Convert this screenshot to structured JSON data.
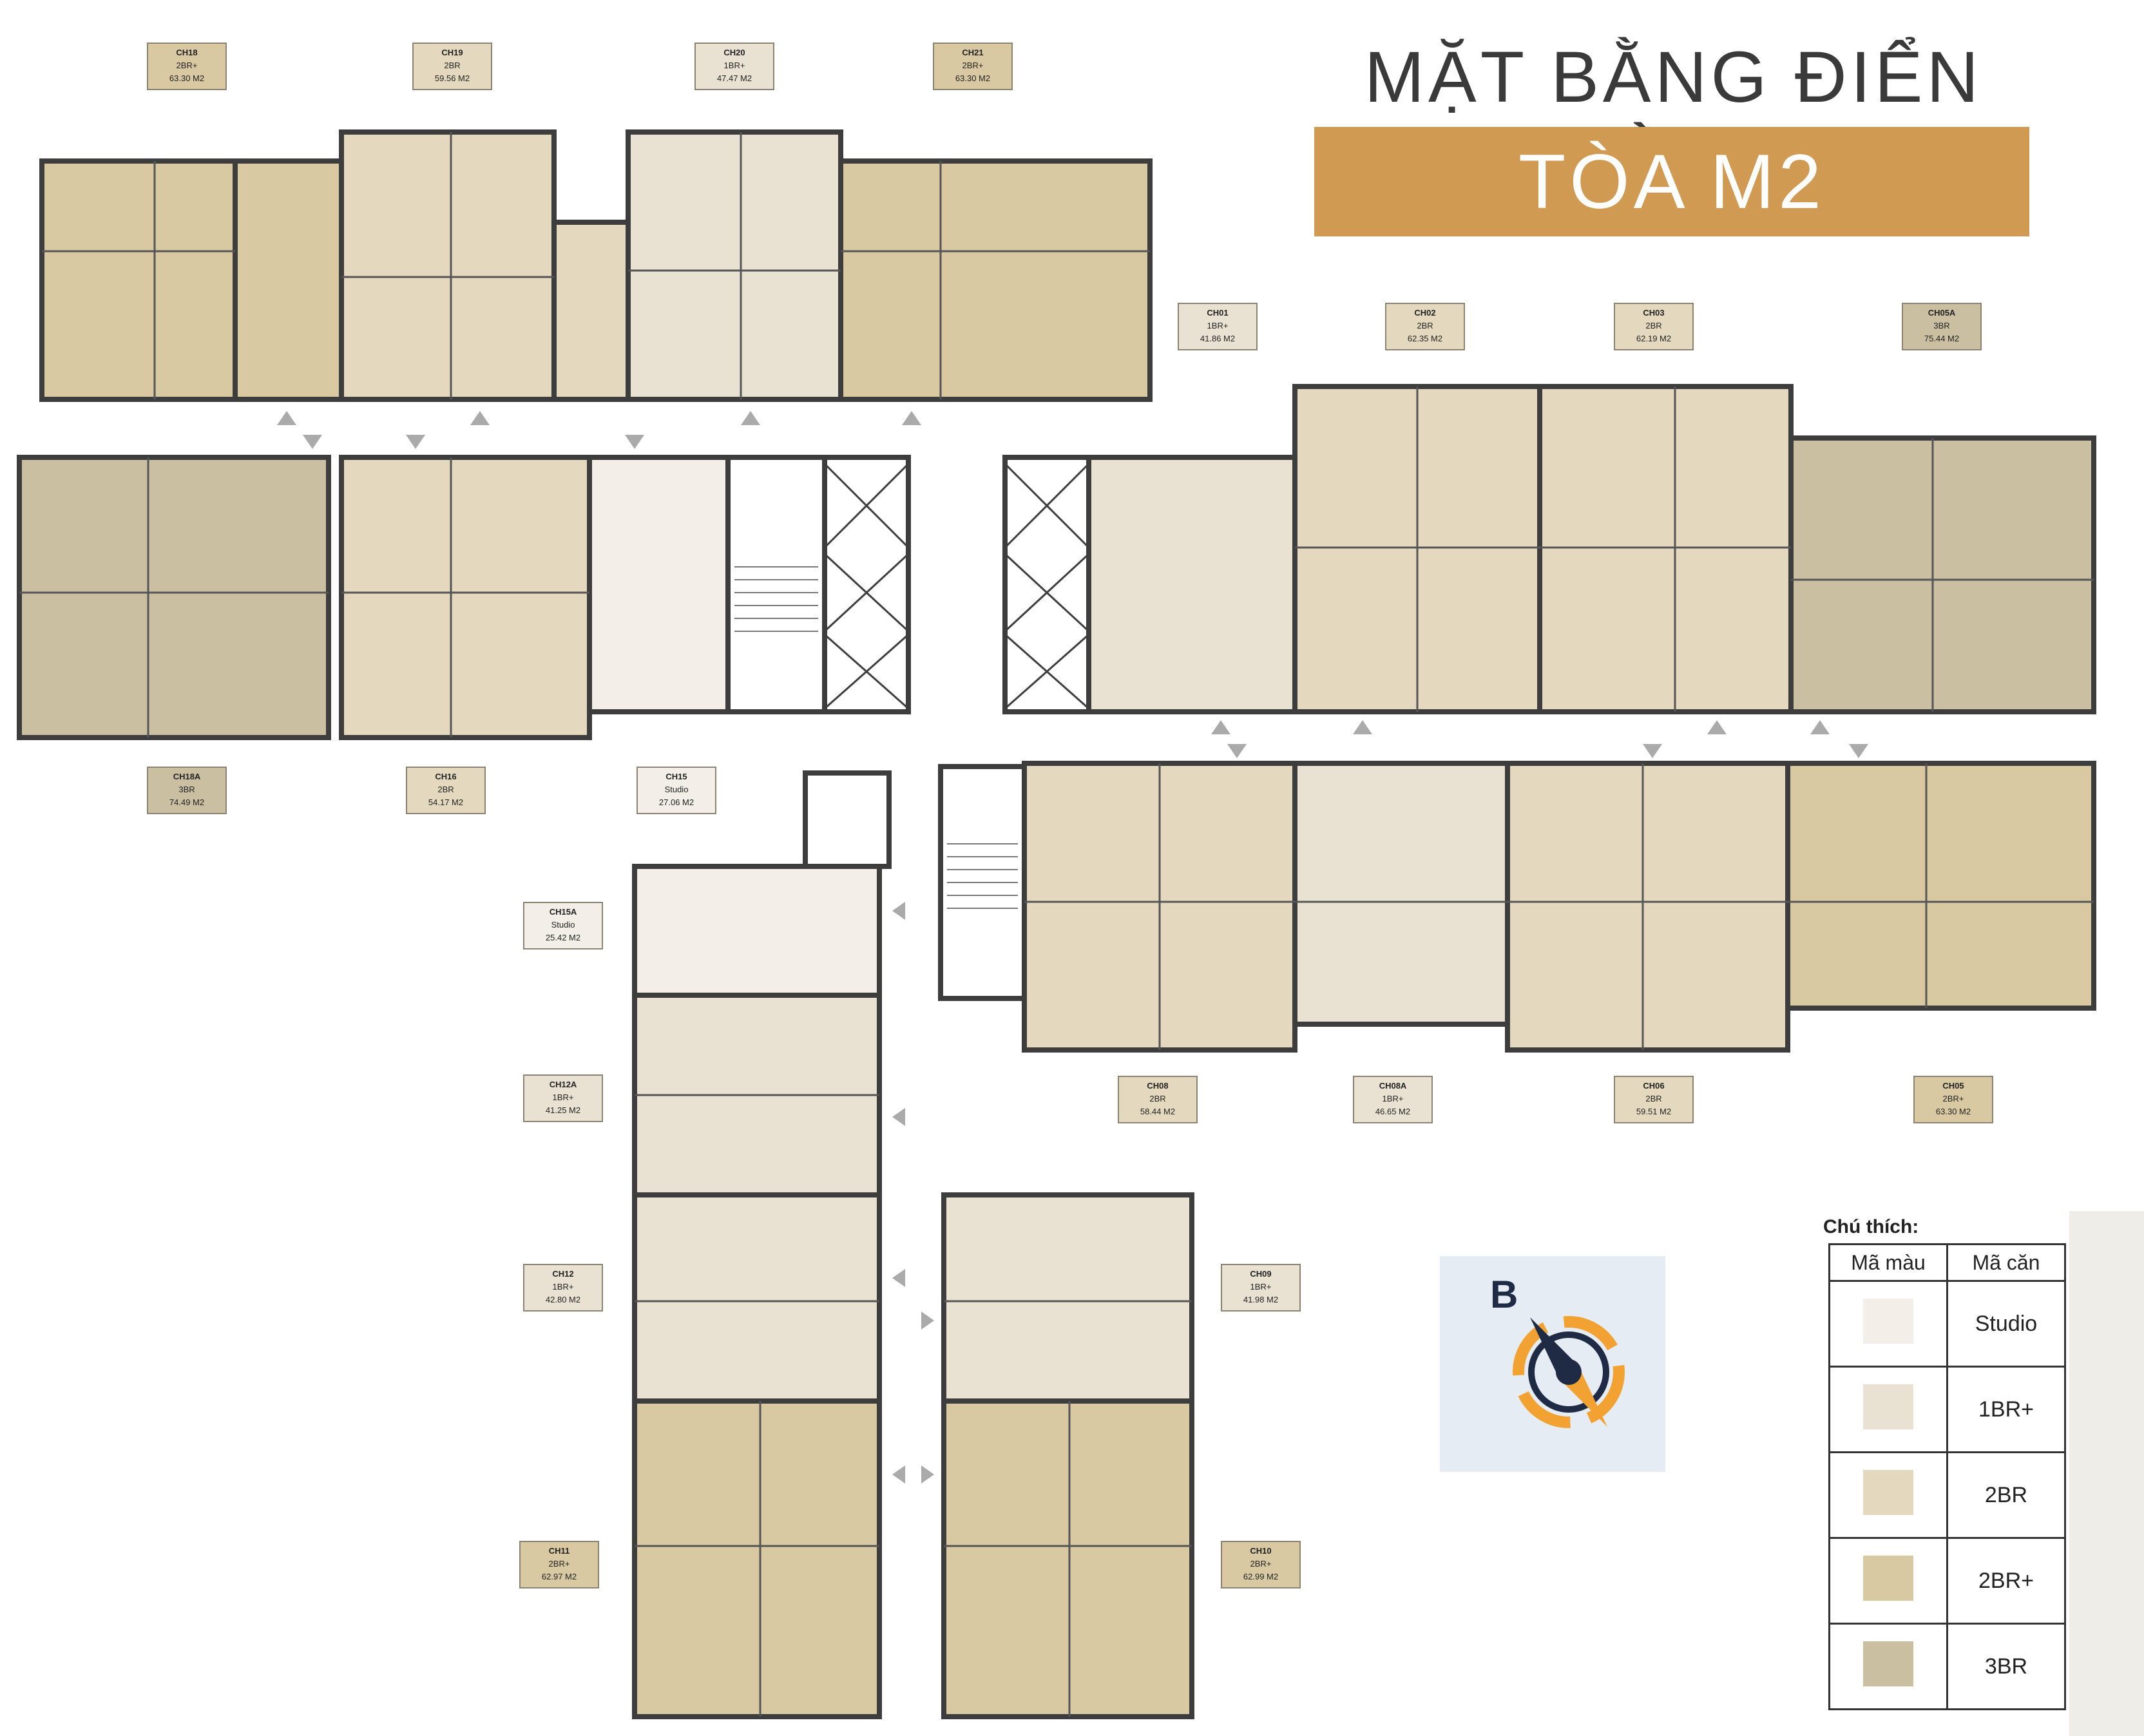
{
  "header": {
    "title": "MẶT BẰNG ĐIỂN HÌNH",
    "building": "TÒA M2"
  },
  "colors": {
    "banner": "#d19a52",
    "studio": "#f3efe8",
    "br1": "#e9e2d3",
    "br2": "#e4d9bf",
    "br2p": "#d9c9a3",
    "br3": "#cbbfa2",
    "wall": "#3d3d3d"
  },
  "units": [
    {
      "code": "CH18",
      "type": "2BR+",
      "area": "63.30 M2",
      "cls": "br2p"
    },
    {
      "code": "CH19",
      "type": "2BR",
      "area": "59.56 M2",
      "cls": "br2"
    },
    {
      "code": "CH20",
      "type": "1BR+",
      "area": "47.47 M2",
      "cls": "br1"
    },
    {
      "code": "CH21",
      "type": "2BR+",
      "area": "63.30 M2",
      "cls": "br2p"
    },
    {
      "code": "CH01",
      "type": "1BR+",
      "area": "41.86 M2",
      "cls": "br1"
    },
    {
      "code": "CH02",
      "type": "2BR",
      "area": "62.35 M2",
      "cls": "br2"
    },
    {
      "code": "CH03",
      "type": "2BR",
      "area": "62.19 M2",
      "cls": "br2"
    },
    {
      "code": "CH05A",
      "type": "3BR",
      "area": "75.44 M2",
      "cls": "br3"
    },
    {
      "code": "CH18A",
      "type": "3BR",
      "area": "74.49 M2",
      "cls": "br3"
    },
    {
      "code": "CH16",
      "type": "2BR",
      "area": "54.17 M2",
      "cls": "br2"
    },
    {
      "code": "CH15",
      "type": "Studio",
      "area": "27.06 M2",
      "cls": "studio"
    },
    {
      "code": "CH15A",
      "type": "Studio",
      "area": "25.42 M2",
      "cls": "studio"
    },
    {
      "code": "CH12A",
      "type": "1BR+",
      "area": "41.25 M2",
      "cls": "br1"
    },
    {
      "code": "CH12",
      "type": "1BR+",
      "area": "42.80 M2",
      "cls": "br1"
    },
    {
      "code": "CH11",
      "type": "2BR+",
      "area": "62.97 M2",
      "cls": "br2p"
    },
    {
      "code": "CH08",
      "type": "2BR",
      "area": "58.44 M2",
      "cls": "br2"
    },
    {
      "code": "CH08A",
      "type": "1BR+",
      "area": "46.65 M2",
      "cls": "br1"
    },
    {
      "code": "CH06",
      "type": "2BR",
      "area": "59.51 M2",
      "cls": "br2"
    },
    {
      "code": "CH05",
      "type": "2BR+",
      "area": "63.30 M2",
      "cls": "br2p"
    },
    {
      "code": "CH09",
      "type": "1BR+",
      "area": "41.98 M2",
      "cls": "br1"
    },
    {
      "code": "CH10",
      "type": "2BR+",
      "area": "62.99 M2",
      "cls": "br2p"
    }
  ],
  "compass": {
    "letter": "B",
    "icon": "compass-icon"
  },
  "legend": {
    "title": "Chú thích:",
    "col_color": "Mã màu",
    "col_type": "Mã căn",
    "rows": [
      {
        "label": "Studio",
        "color": "#f3efe8"
      },
      {
        "label": "1BR+",
        "color": "#e9e2d3"
      },
      {
        "label": "2BR",
        "color": "#e4d9bf"
      },
      {
        "label": "2BR+",
        "color": "#d9c9a3"
      },
      {
        "label": "3BR",
        "color": "#cbbfa2"
      }
    ]
  }
}
